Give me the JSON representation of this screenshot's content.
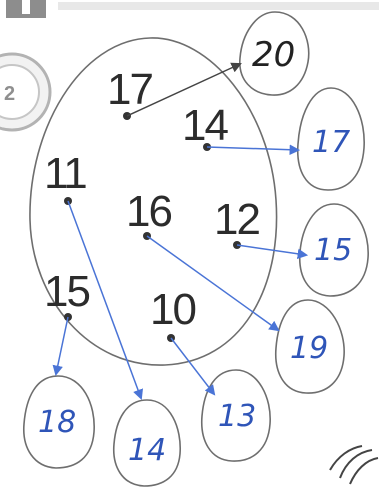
{
  "header_text": "",
  "inner_numbers": {
    "n17": "17",
    "n14": "14",
    "n11": "11",
    "n16": "16",
    "n12": "12",
    "n15": "15",
    "n10": "10"
  },
  "results": {
    "r20": "20",
    "r17": "17",
    "r15": "15",
    "r19": "19",
    "r18": "18",
    "r14": "14",
    "r13": "13"
  },
  "colors": {
    "ink": "#2c2c2c",
    "answer_blue": "#2f55b8",
    "arrow_blue": "#4a74d6",
    "badge_gray": "#9a9a9a"
  }
}
